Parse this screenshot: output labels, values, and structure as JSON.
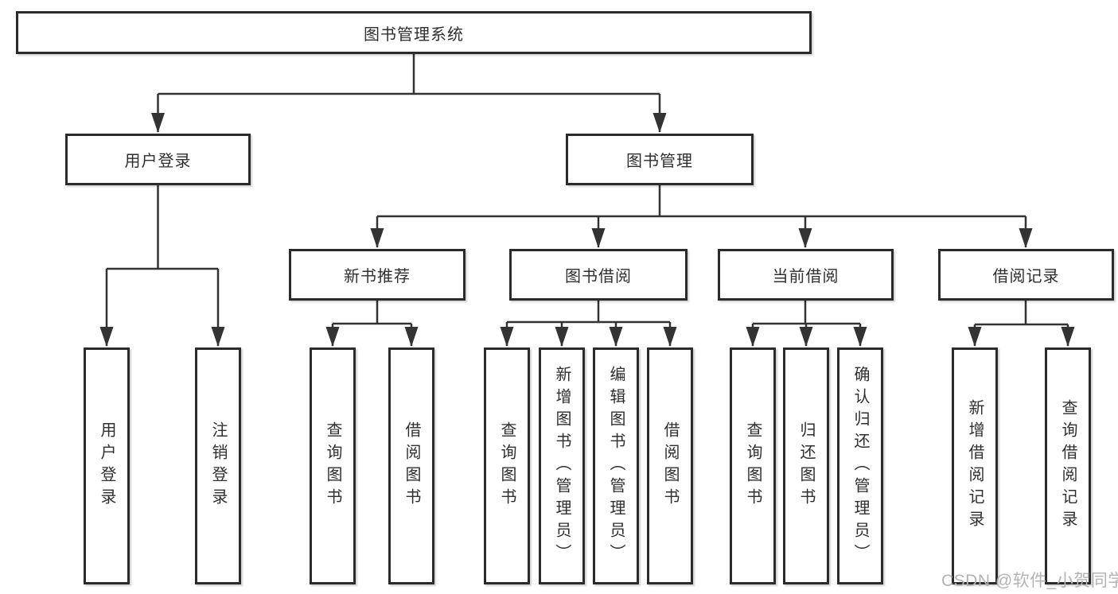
{
  "diagram": {
    "tree": {
      "label": "图书管理系统",
      "children": [
        {
          "label": "用户登录",
          "children": [
            {
              "label": "用户登录"
            },
            {
              "label": "注销登录"
            }
          ]
        },
        {
          "label": "图书管理",
          "children": [
            {
              "label": "新书推荐",
              "children": [
                {
                  "label": "查询图书"
                },
                {
                  "label": "借阅图书"
                }
              ]
            },
            {
              "label": "图书借阅",
              "children": [
                {
                  "label": "查询图书"
                },
                {
                  "label": "新增图书（管理员）"
                },
                {
                  "label": "编辑图书（管理员）"
                },
                {
                  "label": "借阅图书"
                }
              ]
            },
            {
              "label": "当前借阅",
              "children": [
                {
                  "label": "查询图书"
                },
                {
                  "label": "归还图书"
                },
                {
                  "label": "确认归还（管理员）"
                }
              ]
            },
            {
              "label": "借阅记录",
              "children": [
                {
                  "label": "新增借阅记录"
                },
                {
                  "label": "查询借阅记录"
                }
              ]
            }
          ]
        }
      ]
    },
    "colors": {
      "line": "#333333",
      "box_border": "#2b2b2b",
      "box_fill": "#ffffff",
      "text": "#2f2f2f",
      "watermark": "#b3b3b3"
    }
  },
  "watermark": {
    "text": "CSDN @软件_小贺同学"
  }
}
